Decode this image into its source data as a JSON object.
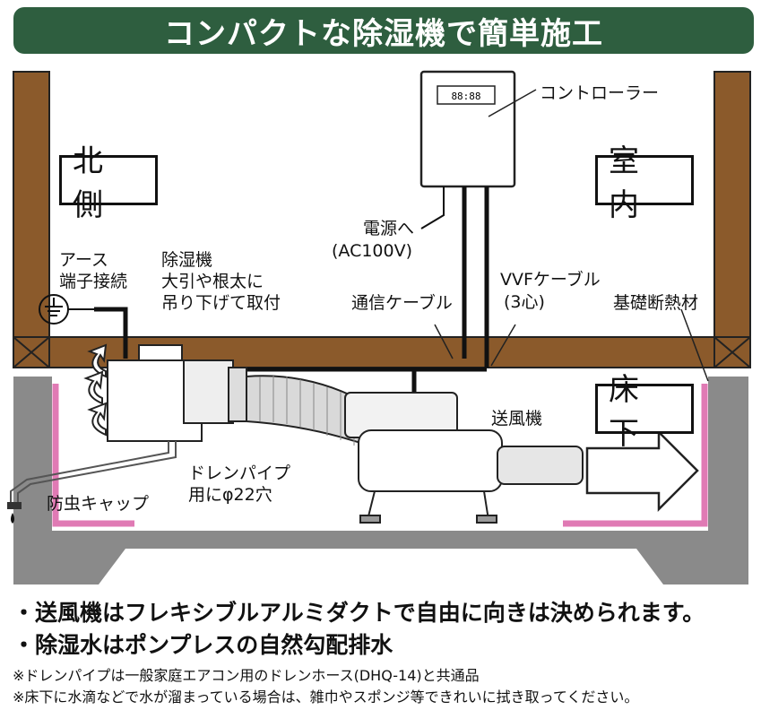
{
  "title": "コンパクトな除湿機で簡単施工",
  "areas": {
    "north": "北側",
    "indoor": "室内",
    "underfloor": "床下"
  },
  "labels": {
    "controller": "コントローラー",
    "power_line1": "電源へ",
    "power_line2": "(AC100V)",
    "earth_line1": "アース",
    "earth_line2": "端子接続",
    "dehumid_line1": "除湿機",
    "dehumid_line2": "大引や根太に",
    "dehumid_line3": "吊り下げて取付",
    "comm_cable": "通信ケーブル",
    "vvf_line1": "VVFケーブル",
    "vvf_line2": "(3心)",
    "insulation": "基礎断熱材",
    "blower": "送風機",
    "drain_line1": "ドレンパイプ",
    "drain_line2": "用にφ22穴",
    "insect_cap": "防虫キャップ",
    "lcd_display": "88:88"
  },
  "notes": {
    "bullet1": "・送風機はフレキシブルアルミダクトで自由に向きは決められます。",
    "bullet2": "・除湿水はポンプレスの自然勾配排水",
    "footnote1": "※ドレンパイプは一般家庭エアコン用のドレンホース(DHQ-14)と共通品",
    "footnote2": "※床下に水滴などで水が溜まっている場合は、雑巾やスポンジ等できれいに拭き取ってください。"
  },
  "colors": {
    "title_bg": "#2e5e3f",
    "wood": "#8b5a2b",
    "concrete": "#8a8a8a",
    "insulation": "#e07ab4"
  }
}
